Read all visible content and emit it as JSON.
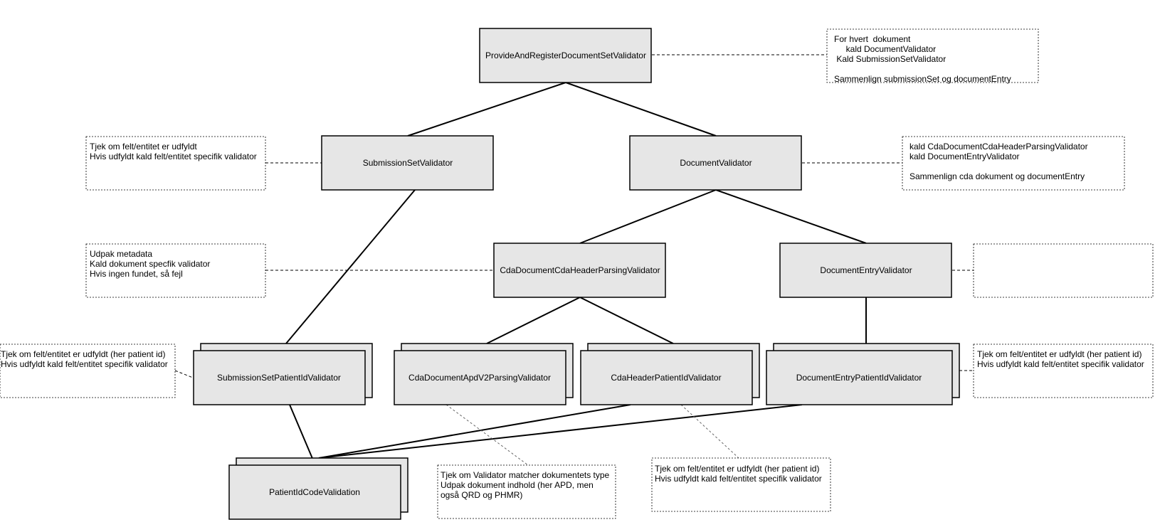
{
  "validators": {
    "provide_and_register": "ProvideAndRegisterDocumentSetValidator",
    "submission_set": "SubmissionSetValidator",
    "document": "DocumentValidator",
    "cda_header_parsing": "CdaDocumentCdaHeaderParsingValidator",
    "document_entry": "DocumentEntryValidator",
    "submission_set_patient_id": "SubmissionSetPatientIdValidator",
    "cda_apd_parsing": "CdaDocumentApdV2ParsingValidator",
    "cda_header_patient_id": "CdaHeaderPatientIdValidator",
    "document_entry_patient_id": "DocumentEntryPatientIdValidator",
    "patient_id_code": "PatientIdCodeValidation"
  },
  "notes": {
    "provide_and_register": [
      "For hvert  dokument",
      "     kald DocumentValidator",
      " Kald SubmissionSetValidator",
      "",
      "Sammenlign submissionSet og documentEntry"
    ],
    "submission_set": [
      "Tjek om felt/entitet er udfyldt",
      "Hvis udfyldt kald felt/entitet specifik validator"
    ],
    "document": [
      "kald CdaDocumentCdaHeaderParsingValidator",
      "kald DocumentEntryValidator",
      "",
      "Sammenlign cda dokument og documentEntry"
    ],
    "cda_header_parsing": [
      "Udpak metadata",
      "Kald dokument specfik validator",
      "Hvis ingen fundet, så fejl"
    ],
    "document_entry": [],
    "submission_set_patient_id": [
      "Tjek om felt/entitet er udfyldt (her patient id)",
      "Hvis udfyldt kald felt/entitet specifik validator"
    ],
    "document_entry_patient_id": [
      "Tjek om felt/entitet er udfyldt (her patient id)",
      "Hvis udfyldt kald felt/entitet specifik validator"
    ],
    "cda_apd_parsing": [
      "Tjek om Validator matcher dokumentets type",
      "Udpak dokument indhold (her APD, men",
      "også QRD og PHMR)"
    ],
    "cda_header_patient_id": [
      "Tjek om felt/entitet er udfyldt (her patient id)",
      "Hvis udfyldt kald felt/entitet specifik validator"
    ]
  }
}
